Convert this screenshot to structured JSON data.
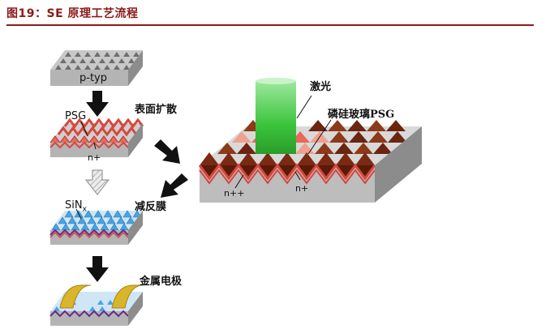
{
  "figure": {
    "caption": "图19：SE 原理工艺流程"
  },
  "labels": {
    "ptype": "p-typ",
    "psg": "PSG",
    "n_plus_left": "n+",
    "surface_diffusion": "表面扩散",
    "sin": "SiN",
    "sin_subscript": "x",
    "anti_reflection": "减反膜",
    "metal_electrode": "金属电极",
    "laser": "激光",
    "psg_glass": "磷硅玻璃PSG",
    "n_plus_plus": "n++",
    "n_plus_right": "n+"
  },
  "colors": {
    "caption_red": "#8b1a1a",
    "block_gray": "#a9a9a9",
    "diffused_red": "#d7473d",
    "sin_blue": "#4aa3df",
    "electrode_gold": "#d8b52a",
    "laser_green": "#5fd45f"
  }
}
